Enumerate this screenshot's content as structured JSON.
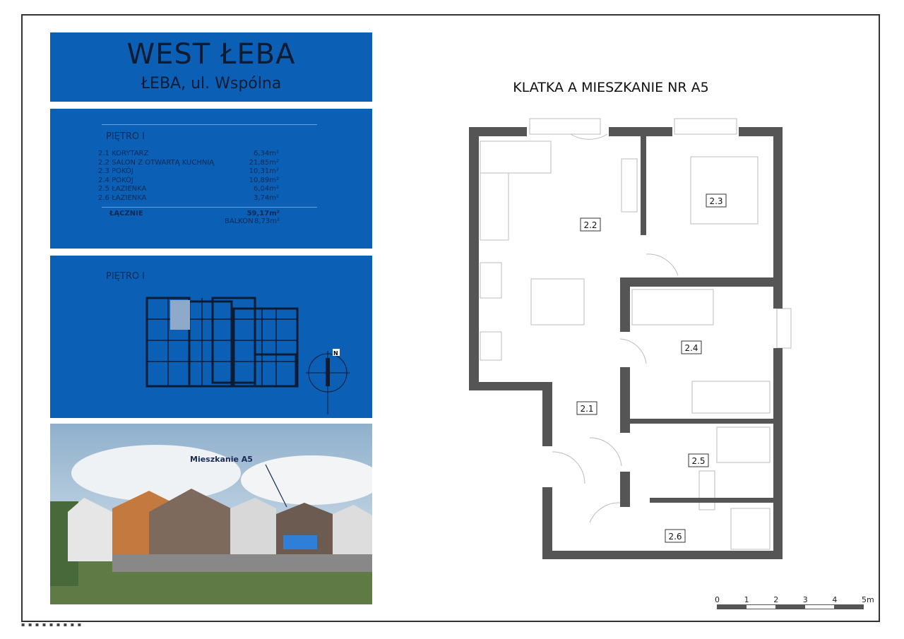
{
  "header": {
    "title": "WEST ŁEBA",
    "subtitle": "ŁEBA, ul. Wspólna"
  },
  "areas": {
    "floor": "PIĘTRO I",
    "rooms": [
      {
        "name": "2.1 KORYTARZ",
        "area": "6,34m²"
      },
      {
        "name": "2.2 SALON Z OTWARTĄ KUCHNIĄ",
        "area": "21,85m²"
      },
      {
        "name": "2.3 POKÓJ",
        "area": "10,31m²"
      },
      {
        "name": "2.4 POKÓJ",
        "area": "10,89m²"
      },
      {
        "name": "2.5 ŁAZIENKA",
        "area": "6,04m²"
      },
      {
        "name": "2.6 ŁAZIENKA",
        "area": "3,74m²"
      }
    ],
    "total_label": "ŁĄCZNIE",
    "total": "59,17m²",
    "balcony_label": "BALKON",
    "balcony": "8,73m²"
  },
  "keyplan": {
    "floor": "PIĘTRO I",
    "north": "N"
  },
  "photo": {
    "label": "Mieszkanie A5"
  },
  "plan": {
    "title": "KLATKA A MIESZKANIE NR A5",
    "rooms": [
      "2.1",
      "2.2",
      "2.3",
      "2.4",
      "2.5",
      "2.6"
    ]
  },
  "scale": {
    "ticks": [
      "0",
      "1",
      "2",
      "3",
      "4",
      "5m"
    ]
  },
  "colors": {
    "panel": "#0b60b5",
    "wall": "#555555"
  }
}
